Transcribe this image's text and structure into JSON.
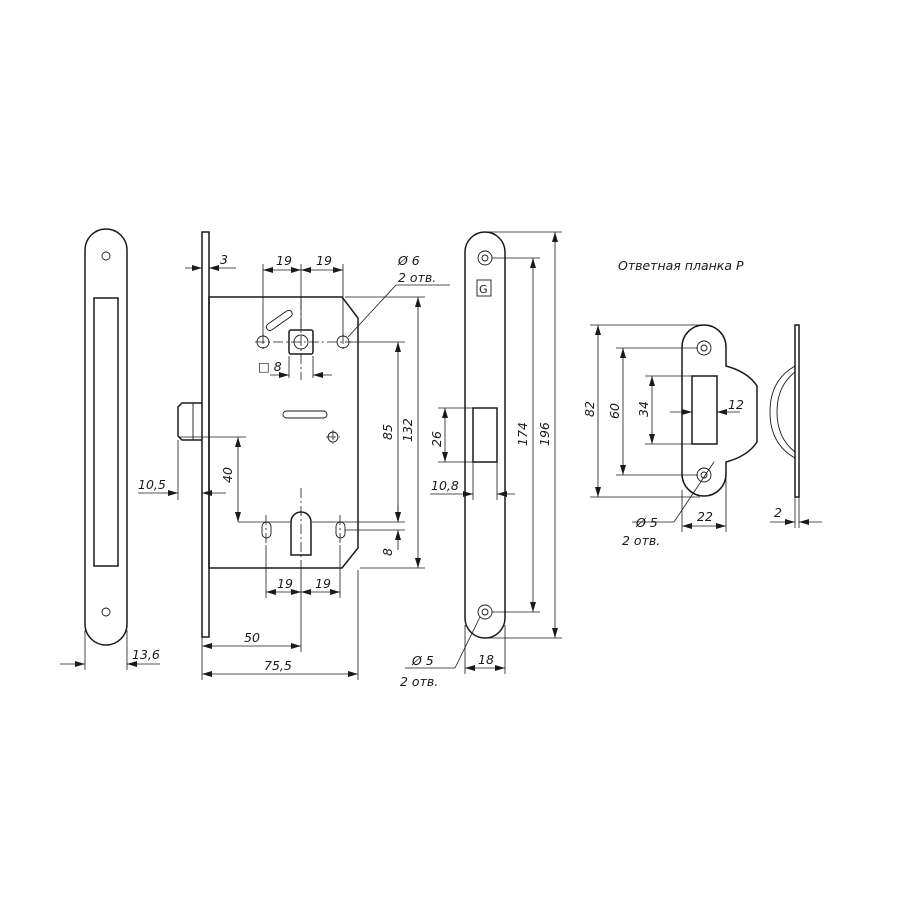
{
  "title": "Ответная планка P",
  "logo_letter": "G",
  "dimensions": {
    "faceplate_thickness": "3",
    "handle_offset_left": "19",
    "handle_offset_right": "19",
    "fixing_hole": "Ø 6",
    "fixing_hole_count": "2 отв.",
    "spindle_square": "□ 8",
    "spindle_to_cylinder": "85",
    "lock_body_height": "132",
    "cylinder_center_offset": "8",
    "latch_projection": "10,5",
    "latch_height": "40",
    "cylinder_offset_left": "19",
    "cylinder_offset_right": "19",
    "backset": "50",
    "body_depth": "75,5",
    "front_plate_width": "13,6",
    "window_height": "26",
    "window_offset": "10,8",
    "inner_height": "174",
    "front_plate_height": "196",
    "screw_hole": "Ø 5",
    "screw_hole_count": "2 отв.",
    "front_plate_depth": "18",
    "strike_height": "82",
    "strike_hole_spacing": "60",
    "strike_window_height": "34",
    "strike_window_width": "12",
    "strike_hole": "Ø 5",
    "strike_hole_count": "2 отв.",
    "strike_width": "22",
    "strike_thickness": "2"
  }
}
